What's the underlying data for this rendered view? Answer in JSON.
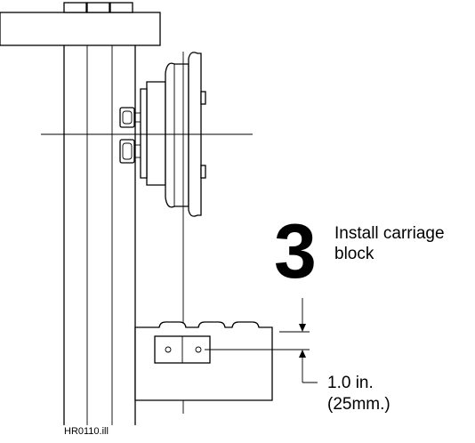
{
  "diagram": {
    "step": {
      "number": "3",
      "title_line1": "Install carriage",
      "title_line2": "block"
    },
    "dimension": {
      "line1": "1.0 in.",
      "line2": "(25mm.)"
    },
    "file_label": "HR0110.ill",
    "colors": {
      "ink": "#000000",
      "paper": "#ffffff"
    }
  }
}
